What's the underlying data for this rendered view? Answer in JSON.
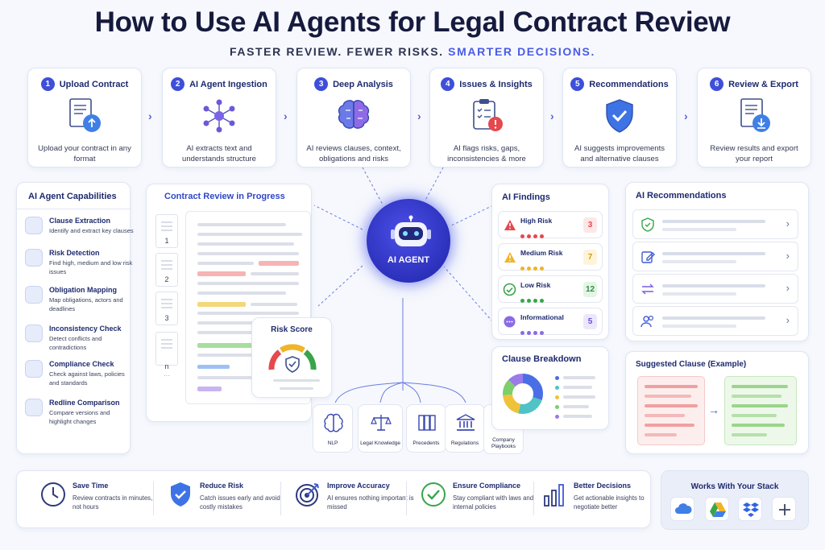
{
  "header": {
    "title": "How to Use AI Agents for Legal Contract Review",
    "subtitle_main": "FASTER REVIEW. FEWER RISKS.",
    "subtitle_accent": "SMARTER DECISIONS."
  },
  "steps": [
    {
      "num": "1",
      "title": "Upload Contract",
      "desc": "Upload your contract in any format",
      "icon": "document-upload-icon"
    },
    {
      "num": "2",
      "title": "AI Agent Ingestion",
      "desc": "AI extracts text and understands structure",
      "icon": "network-nodes-icon"
    },
    {
      "num": "3",
      "title": "Deep Analysis",
      "desc": "AI reviews clauses, context, obligations and risks",
      "icon": "brain-icon"
    },
    {
      "num": "4",
      "title": "Issues & Insights",
      "desc": "AI flags risks, gaps, inconsistencies & more",
      "icon": "clipboard-alert-icon"
    },
    {
      "num": "5",
      "title": "Recommendations",
      "desc": "AI suggests improvements and alternative clauses",
      "icon": "shield-check-icon"
    },
    {
      "num": "6",
      "title": "Review & Export",
      "desc": "Review results and export your report",
      "icon": "document-download-icon"
    }
  ],
  "capabilities": {
    "title": "AI Agent Capabilities",
    "items": [
      {
        "title": "Clause Extraction",
        "desc": "Identify and extract key clauses"
      },
      {
        "title": "Risk Detection",
        "desc": "Find high, medium and low risk issues"
      },
      {
        "title": "Obligation Mapping",
        "desc": "Map obligations, actors and deadlines"
      },
      {
        "title": "Inconsistency Check",
        "desc": "Detect conflicts and contradictions"
      },
      {
        "title": "Compliance Check",
        "desc": "Check against laws, policies and standards"
      },
      {
        "title": "Redline Comparison",
        "desc": "Compare versions and highlight changes"
      }
    ]
  },
  "review": {
    "title": "Contract Review in Progress",
    "pages": [
      "1",
      "2",
      "3",
      "n"
    ],
    "risk_score_title": "Risk Score"
  },
  "agent": {
    "label": "AI AGENT"
  },
  "knowledge": [
    "NLP",
    "Legal Knowledge",
    "Precedents",
    "Regulations",
    "Company Playbooks"
  ],
  "findings": {
    "title": "AI Findings",
    "items": [
      {
        "label": "High Risk",
        "count": "3",
        "color": "#e5484d",
        "bg": "#fde7e7"
      },
      {
        "label": "Medium Risk",
        "count": "7",
        "color": "#e8b21f",
        "bg": "#fdf4d9"
      },
      {
        "label": "Low Risk",
        "count": "12",
        "color": "#38a54a",
        "bg": "#e3f5e5"
      },
      {
        "label": "Informational",
        "count": "5",
        "color": "#7a5ce0",
        "bg": "#ece7fb"
      }
    ]
  },
  "clause_breakdown": {
    "title": "Clause Breakdown"
  },
  "recommendations": {
    "title": "AI Recommendations"
  },
  "suggested_clause": {
    "title": "Suggested Clause (Example)"
  },
  "benefits": [
    {
      "title": "Save Time",
      "desc": "Review contracts in minutes, not hours"
    },
    {
      "title": "Reduce Risk",
      "desc": "Catch issues early and avoid costly mistakes"
    },
    {
      "title": "Improve Accuracy",
      "desc": "AI ensures nothing important is missed"
    },
    {
      "title": "Ensure Compliance",
      "desc": "Stay compliant with laws and internal policies"
    },
    {
      "title": "Better Decisions",
      "desc": "Get actionable insights to negotiate better"
    }
  ],
  "stack": {
    "title": "Works With Your Stack",
    "tools": [
      "cloud-icon",
      "drive-icon",
      "dropbox-icon",
      "plus-icon"
    ]
  }
}
